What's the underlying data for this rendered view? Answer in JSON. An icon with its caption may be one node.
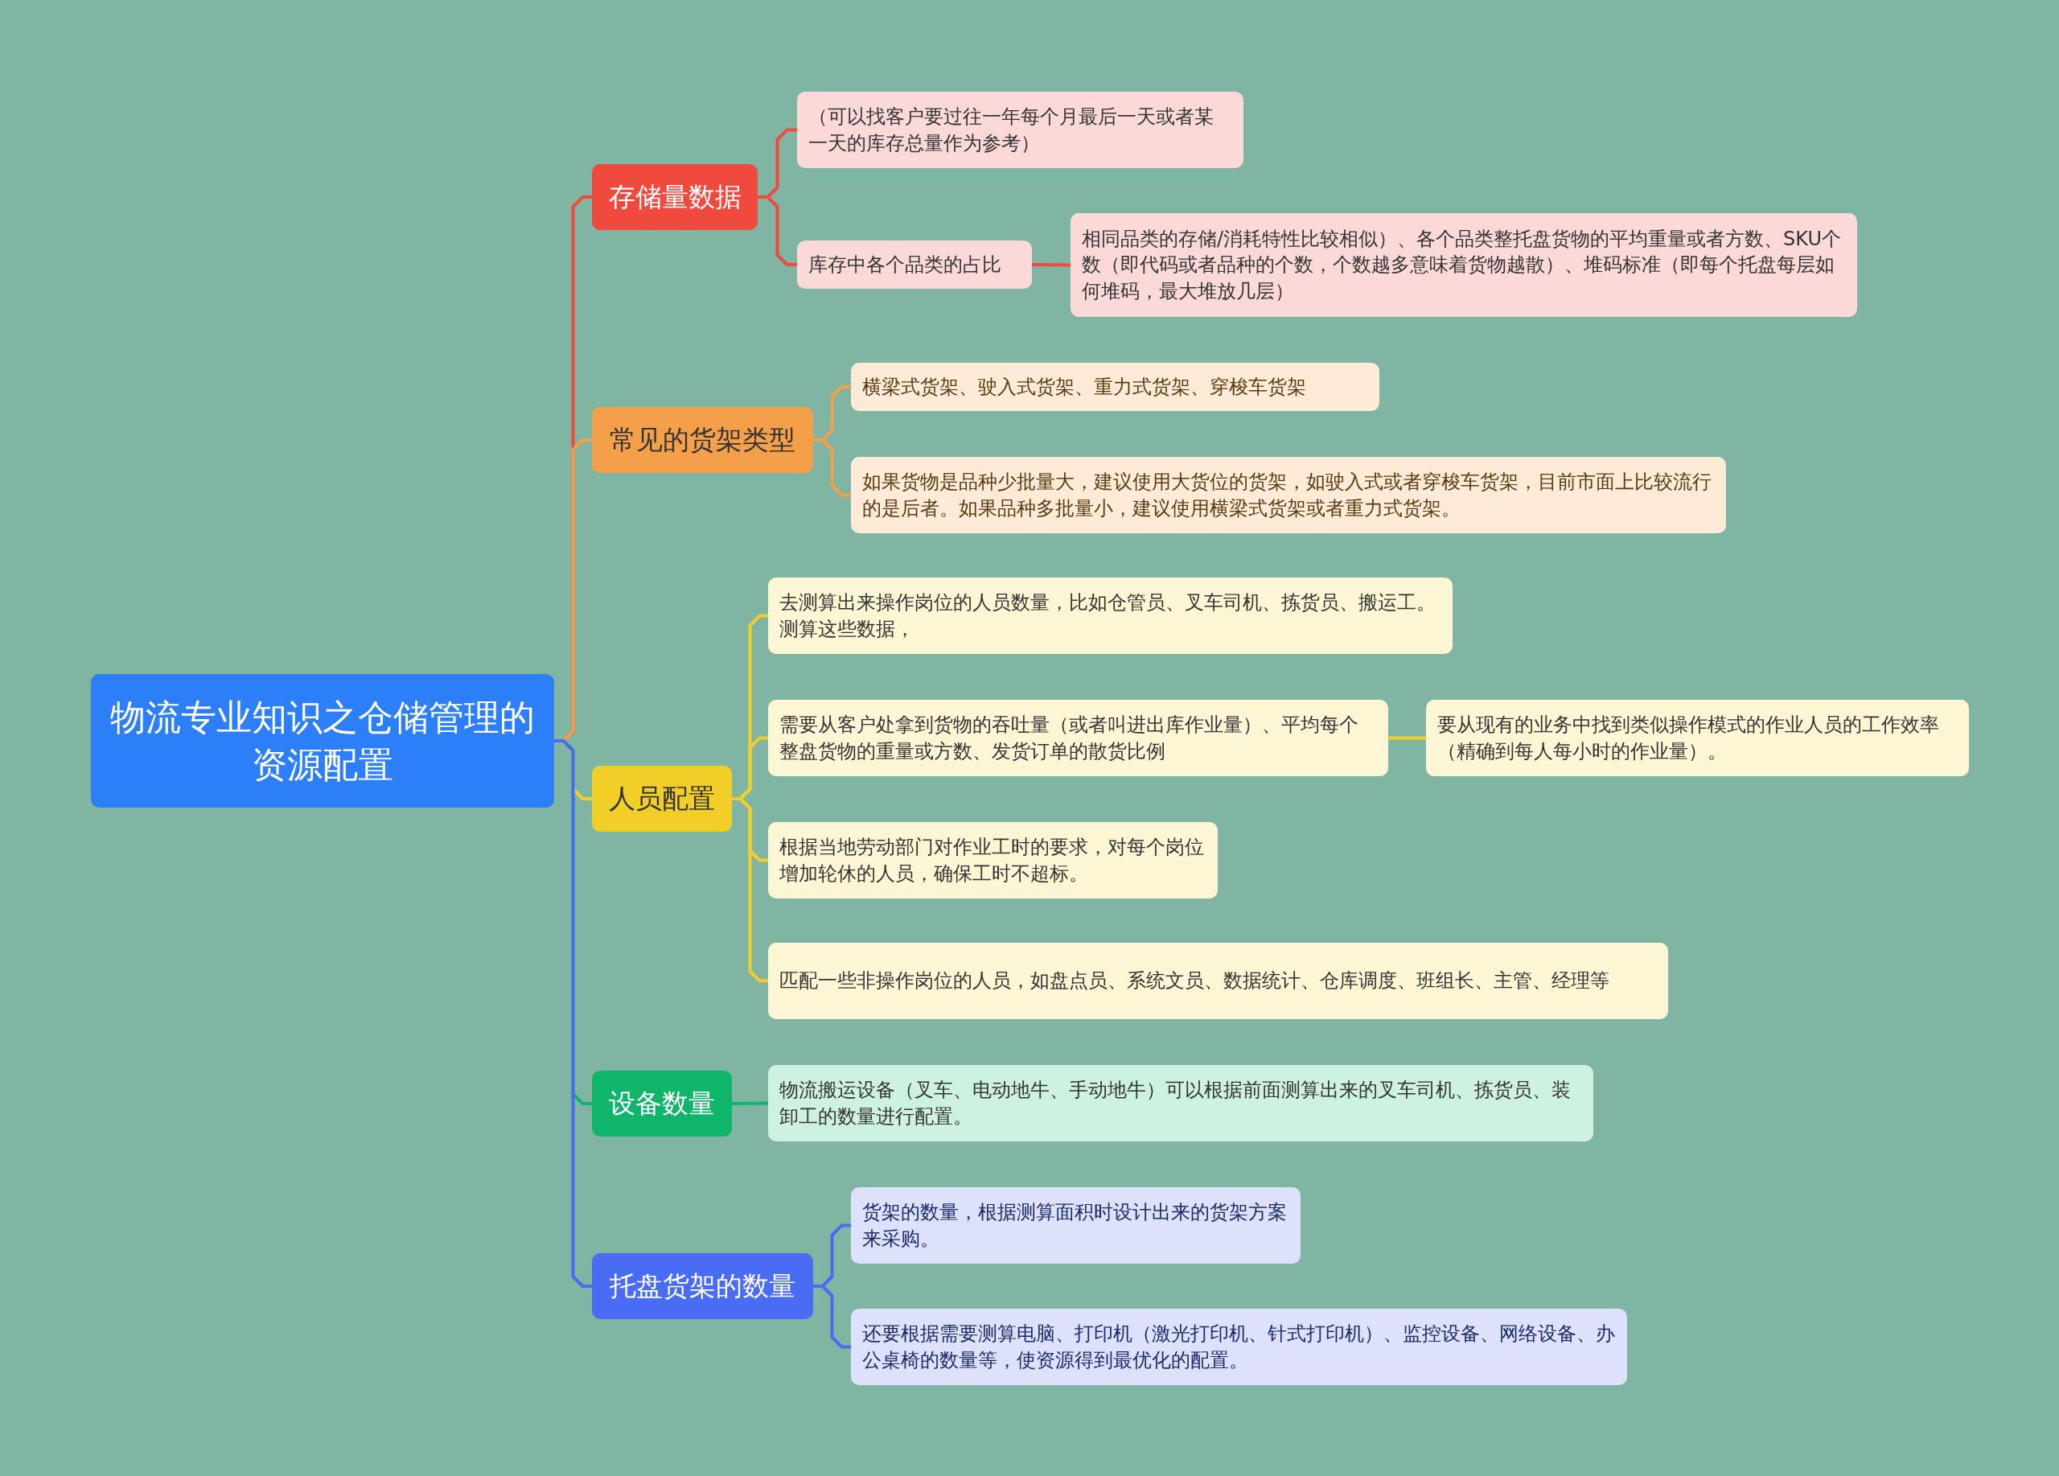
{
  "diagram": {
    "nodes": [
      {
        "text": [
          "物流专业知识之仓储管理的资源配置"
        ]
      },
      {
        "text": [
          "存储量数据"
        ]
      },
      {
        "text": [
          "（可以找客户要过往一年每个月最后一天或者某一天的库存总量作为参考）"
        ]
      },
      {
        "text": [
          "库存中各个品类的占比"
        ]
      },
      {
        "text": [
          "相同品类的存储/消耗特性比较相似）、各个品类整托盘货物的平均重量或者方数、SKU个数（即代码或者品种的个数，个数越多意味着货物越散）、堆码标准（即每个托盘每层如何堆码，最大堆放几层）"
        ]
      },
      {
        "text": [
          "常见的货架类型"
        ]
      },
      {
        "text": [
          "横梁式货架、驶入式货架、重力式货架、穿梭车货架"
        ]
      },
      {
        "text": [
          "如果货物是品种少批量大，建议使用大货位的货架，如驶入式或者穿梭车货架，目前市面上比较流行的是后者。如果品种多批量小，建议使用横梁式货架或者重力式货架。"
        ]
      },
      {
        "text": [
          "人员配置"
        ]
      },
      {
        "text": [
          "去测算出来操作岗位的人员数量，比如仓管员、叉车司机、拣货员、搬运工。测算这些数据，"
        ]
      },
      {
        "text": [
          "需要从客户处拿到货物的吞吐量（或者叫进出库作业量）、平均每个整盘货物的重量或方数、发货订单的散货比例"
        ]
      },
      {
        "text": [
          "要从现有的业务中找到类似操作模式的作业人员的工作效率（精确到每人每小时的作业量）。"
        ]
      },
      {
        "text": [
          "根据当地劳动部门对作业工时的要求，对每个岗位增加轮休的人员，确保工时不超标。"
        ]
      },
      {
        "text": [
          "匹配一些非操作岗位的人员，如盘点员、系统文员、数据统计、仓库调度、班组长、主管、经理等"
        ]
      },
      {
        "text": [
          "设备数量"
        ]
      },
      {
        "text": [
          "物流搬运设备（叉车、电动地牛、手动地牛）可以根据前面测算出来的叉车司机、拣货员、装卸工的数量进行配置。"
        ]
      },
      {
        "text": [
          "托盘货架的数量"
        ]
      },
      {
        "text": [
          "货架的数量，根据测算面积时设计出来的货架方案来采购。"
        ]
      },
      {
        "text": [
          "还要根据需要测算电脑、打印机（激光打印机、针式打印机）、监控设备、网络设备、办公桌椅的数量等，使资源得到最优化的配置。"
        ]
      }
    ],
    "edges": [
      {
        "from": 0,
        "to": 1,
        "arrow": "none",
        "color": "#f04a3e"
      },
      {
        "from": 0,
        "to": 5,
        "arrow": "none",
        "color": "#f4a04b"
      },
      {
        "from": 0,
        "to": 8,
        "arrow": "none",
        "color": "#f2cf28"
      },
      {
        "from": 0,
        "to": 14,
        "arrow": "none",
        "color": "#10b56c"
      },
      {
        "from": 0,
        "to": 16,
        "arrow": "none",
        "color": "#4a6cf4"
      },
      {
        "from": 1,
        "to": 2,
        "arrow": "none",
        "color": "#f04a3e"
      },
      {
        "from": 1,
        "to": 3,
        "arrow": "none",
        "color": "#f04a3e"
      },
      {
        "from": 3,
        "to": 4,
        "arrow": "none",
        "color": "#f04a3e"
      },
      {
        "from": 5,
        "to": 6,
        "arrow": "none",
        "color": "#f4a04b"
      },
      {
        "from": 5,
        "to": 7,
        "arrow": "none",
        "color": "#f4a04b"
      },
      {
        "from": 8,
        "to": 9,
        "arrow": "none",
        "color": "#f2cf28"
      },
      {
        "from": 8,
        "to": 10,
        "arrow": "none",
        "color": "#f2cf28"
      },
      {
        "from": 8,
        "to": 12,
        "arrow": "none",
        "color": "#f2cf28"
      },
      {
        "from": 8,
        "to": 13,
        "arrow": "none",
        "color": "#f2cf28"
      },
      {
        "from": 10,
        "to": 11,
        "arrow": "none",
        "color": "#f2cf28"
      },
      {
        "from": 14,
        "to": 15,
        "arrow": "none",
        "color": "#10b56c"
      },
      {
        "from": 16,
        "to": 17,
        "arrow": "none",
        "color": "#4a6cf4"
      },
      {
        "from": 16,
        "to": 18,
        "arrow": "none",
        "color": "#4a6cf4"
      }
    ]
  }
}
